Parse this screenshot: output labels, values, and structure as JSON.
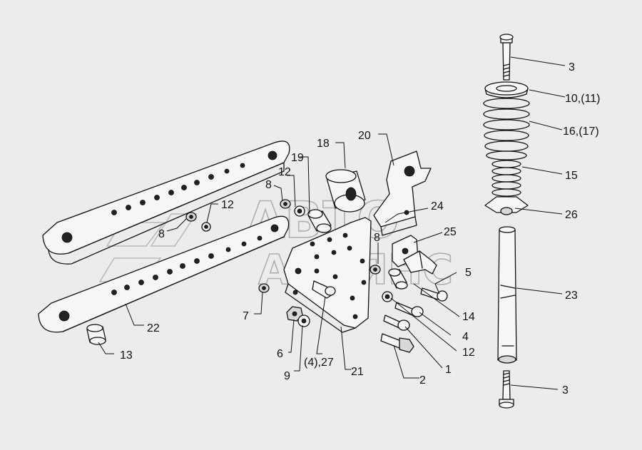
{
  "watermark": {
    "line1": "АВТО",
    "line2": "АЛЬЯНС"
  },
  "callouts": {
    "c1": "1",
    "c2": "2",
    "c3a": "3",
    "c3b": "3",
    "c4": "4",
    "c5": "5",
    "c6": "6",
    "c7": "7",
    "c8a": "8",
    "c8b": "8",
    "c8c": "8",
    "c9": "9",
    "c10": "10,(11)",
    "c12a": "12",
    "c12b": "12",
    "c12c": "12",
    "c13": "13",
    "c14": "14",
    "c15": "15",
    "c16": "16,(17)",
    "c18": "18",
    "c19": "19",
    "c20": "20",
    "c21": "21",
    "c22": "22",
    "c23": "23",
    "c24": "24",
    "c25": "25",
    "c26": "26",
    "c27": "(4),27"
  }
}
